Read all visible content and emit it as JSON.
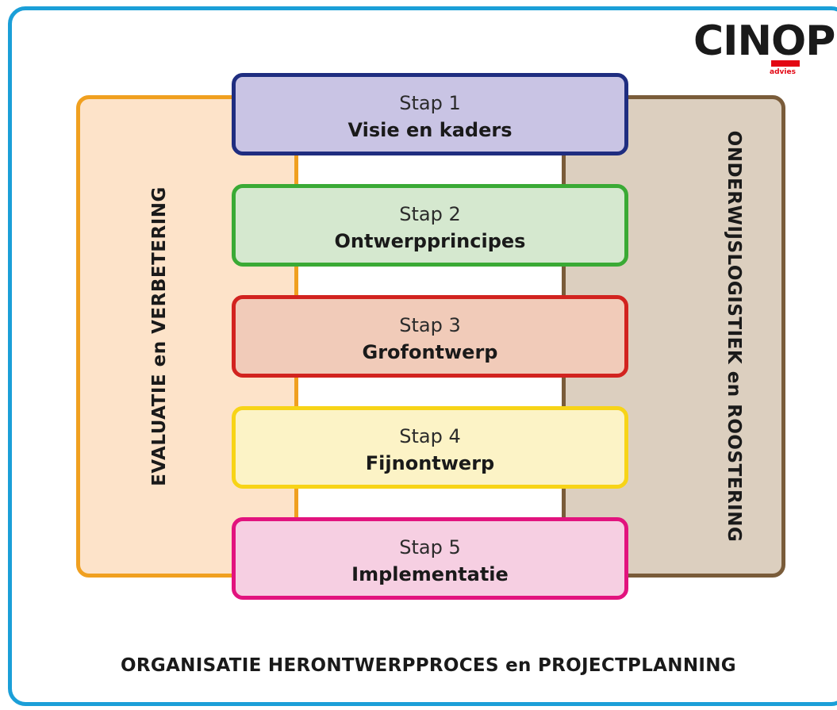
{
  "logo": {
    "name": "CINOP",
    "sub": "advies"
  },
  "left_panel": {
    "label": "EVALUATIE en VERBETERING",
    "fill": "#fde3c9",
    "border": "#f0a020"
  },
  "right_panel": {
    "label": "ONDERWIJSLOGISTIEK en ROOSTERING",
    "fill": "#dccfbf",
    "border": "#7a5c3a"
  },
  "steps": [
    {
      "number": "Stap 1",
      "title": "Visie en kaders",
      "fill": "#c9c4e4",
      "border": "#1f2d80"
    },
    {
      "number": "Stap 2",
      "title": "Ontwerpprincipes",
      "fill": "#d5e8cf",
      "border": "#3aaa35"
    },
    {
      "number": "Stap 3",
      "title": "Grofontwerp",
      "fill": "#f1cbb9",
      "border": "#d2231f"
    },
    {
      "number": "Stap 4",
      "title": "Fijnontwerp",
      "fill": "#fcf3c6",
      "border": "#f7d417"
    },
    {
      "number": "Stap 5",
      "title": "Implementatie",
      "fill": "#f6cfe2",
      "border": "#e2137e"
    }
  ],
  "footer": "ORGANISATIE HERONTWERPPROCES en PROJECTPLANNING",
  "frame_color": "#1b9fd8"
}
